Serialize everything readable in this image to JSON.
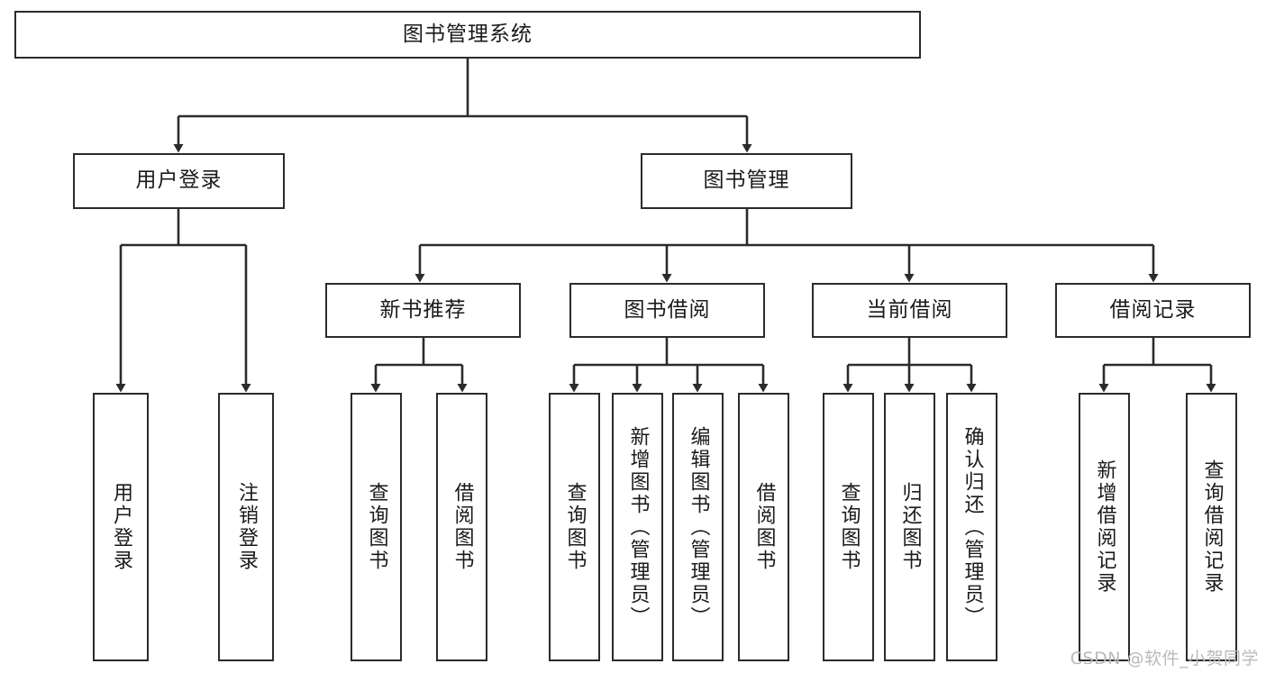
{
  "diagram": {
    "type": "tree-hierarchy",
    "title": "图书管理系统",
    "orientation": "top-down",
    "colors": {
      "stroke": "#2b2b2b",
      "fill": "#ffffff",
      "text": "#1a1a1a",
      "watermark": "#b9b9b9",
      "background": "#ffffff"
    }
  },
  "root": {
    "label": "图书管理系统"
  },
  "level2": [
    {
      "label": "用户登录"
    },
    {
      "label": "图书管理"
    }
  ],
  "level3": [
    {
      "label": "新书推荐"
    },
    {
      "label": "图书借阅"
    },
    {
      "label": "当前借阅"
    },
    {
      "label": "借阅记录"
    }
  ],
  "leaves": [
    {
      "label": "用户登录",
      "parent": "用户登录"
    },
    {
      "label": "注销登录",
      "parent": "用户登录"
    },
    {
      "label": "查询图书",
      "parent": "新书推荐"
    },
    {
      "label": "借阅图书",
      "parent": "新书推荐"
    },
    {
      "label": "查询图书",
      "parent": "图书借阅"
    },
    {
      "label": "新增图书（管理员）",
      "parent": "图书借阅"
    },
    {
      "label": "编辑图书（管理员）",
      "parent": "图书借阅"
    },
    {
      "label": "借阅图书",
      "parent": "图书借阅"
    },
    {
      "label": "查询图书",
      "parent": "当前借阅"
    },
    {
      "label": "归还图书",
      "parent": "当前借阅"
    },
    {
      "label": "确认归还（管理员）",
      "parent": "当前借阅"
    },
    {
      "label": "新增借阅记录",
      "parent": "借阅记录"
    },
    {
      "label": "查询借阅记录",
      "parent": "借阅记录"
    }
  ],
  "watermark": {
    "text": "CSDN @软件_小贺同学"
  }
}
